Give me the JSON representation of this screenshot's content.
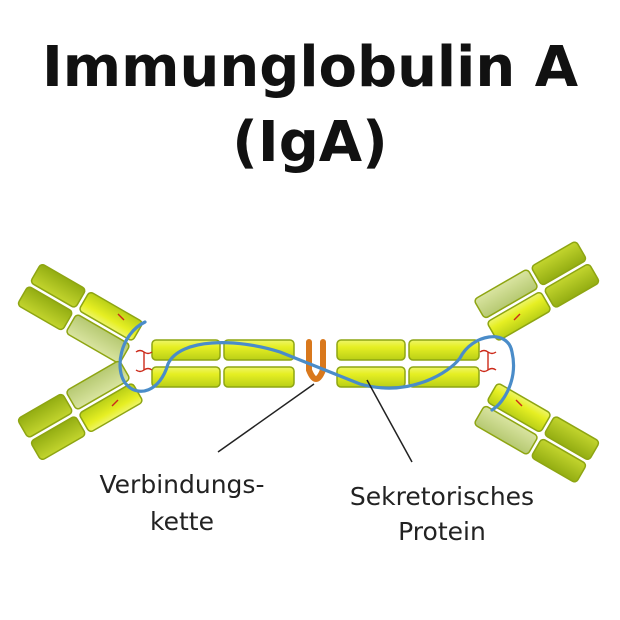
{
  "title": {
    "line1": "Immunglobulin A",
    "line2": "(IgA)"
  },
  "labels": {
    "joining_chain": [
      "Verbindungs-",
      "kette"
    ],
    "secretory_protein": [
      "Sekretorisches",
      "Protein"
    ]
  },
  "colors": {
    "segment_dark": "#a8c218",
    "segment_bright": "#e5ee22",
    "segment_pale": "#c8d87a",
    "segment_edge": "#8ea512",
    "secretory_component": "#4a8cc9",
    "joining_chain": "#d9781c",
    "disulfide_bond": "#cc2a1a",
    "leader_line": "#222222"
  }
}
